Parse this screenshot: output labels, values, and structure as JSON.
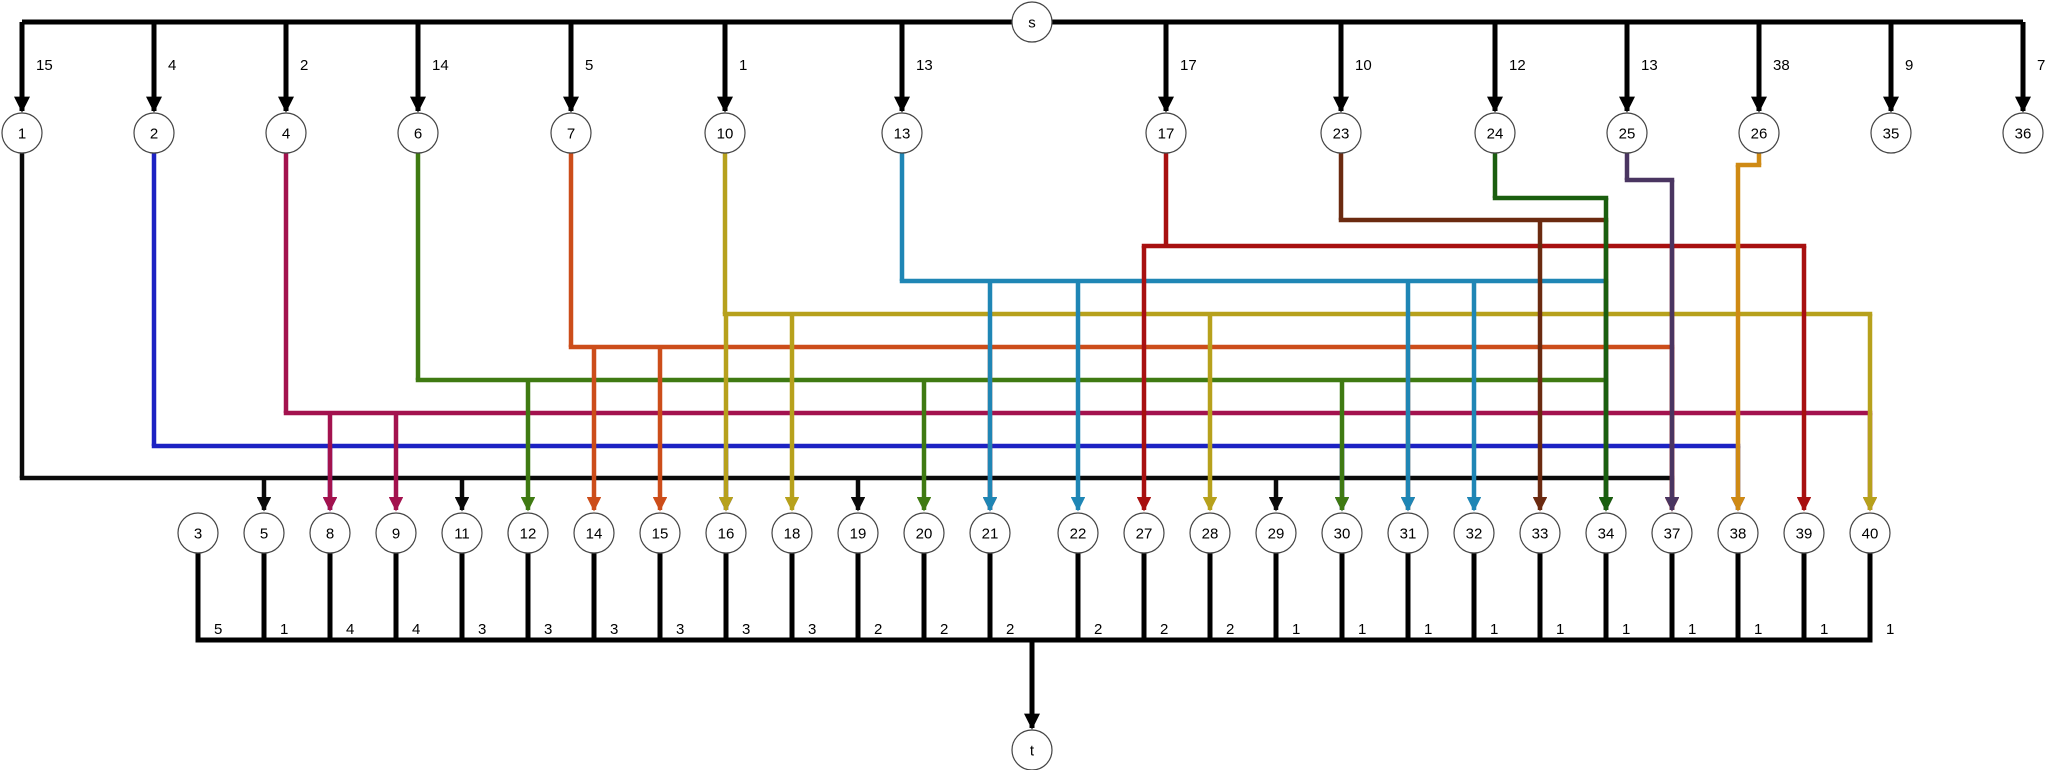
{
  "colors": {
    "black": "#000000",
    "c1": "#0a0a0a",
    "c2": "#1c22c3",
    "c4": "#a3124e",
    "c6": "#3f7a12",
    "c7": "#cc4d1a",
    "c10": "#b7a11c",
    "c13": "#1f86b5",
    "c17": "#a81010",
    "c23": "#6b2a10",
    "c24": "#1a5e0f",
    "c25": "#4a3561",
    "c26": "#cf8a14"
  },
  "source": {
    "label": "s"
  },
  "sink": {
    "label": "t"
  },
  "top_nodes": [
    {
      "label": "1",
      "cap": "15"
    },
    {
      "label": "2",
      "cap": "4"
    },
    {
      "label": "4",
      "cap": "2"
    },
    {
      "label": "6",
      "cap": "14"
    },
    {
      "label": "7",
      "cap": "5"
    },
    {
      "label": "10",
      "cap": "1"
    },
    {
      "label": "13",
      "cap": "13"
    },
    {
      "label": "17",
      "cap": "17"
    },
    {
      "label": "23",
      "cap": "10"
    },
    {
      "label": "24",
      "cap": "12"
    },
    {
      "label": "25",
      "cap": "13"
    },
    {
      "label": "26",
      "cap": "38"
    },
    {
      "label": "35",
      "cap": "9"
    },
    {
      "label": "36",
      "cap": "7"
    }
  ],
  "bottom_nodes": [
    {
      "label": "3",
      "cap": "5"
    },
    {
      "label": "5",
      "cap": "1"
    },
    {
      "label": "8",
      "cap": "4"
    },
    {
      "label": "9",
      "cap": "4"
    },
    {
      "label": "11",
      "cap": "3"
    },
    {
      "label": "12",
      "cap": "3"
    },
    {
      "label": "14",
      "cap": "3"
    },
    {
      "label": "15",
      "cap": "3"
    },
    {
      "label": "16",
      "cap": "3"
    },
    {
      "label": "18",
      "cap": "3"
    },
    {
      "label": "19",
      "cap": "2"
    },
    {
      "label": "20",
      "cap": "2"
    },
    {
      "label": "21",
      "cap": "2"
    },
    {
      "label": "22",
      "cap": "2"
    },
    {
      "label": "27",
      "cap": "2"
    },
    {
      "label": "28",
      "cap": "2"
    },
    {
      "label": "29",
      "cap": "1"
    },
    {
      "label": "30",
      "cap": "1"
    },
    {
      "label": "31",
      "cap": "1"
    },
    {
      "label": "32",
      "cap": "1"
    },
    {
      "label": "33",
      "cap": "1"
    },
    {
      "label": "34",
      "cap": "1"
    },
    {
      "label": "37",
      "cap": "1"
    },
    {
      "label": "38",
      "cap": "1"
    },
    {
      "label": "39",
      "cap": "1"
    },
    {
      "label": "40",
      "cap": "1"
    }
  ],
  "flows": [
    {
      "from": "1",
      "color": "c1",
      "targets": [
        "5",
        "11",
        "19",
        "29",
        "37"
      ]
    },
    {
      "from": "2",
      "color": "c2",
      "targets": [
        "8",
        "16",
        "21",
        "30",
        "38"
      ]
    },
    {
      "from": "4",
      "color": "c4",
      "targets": [
        "8",
        "9",
        "40"
      ]
    },
    {
      "from": "6",
      "color": "c6",
      "targets": [
        "12",
        "20",
        "30",
        "34"
      ]
    },
    {
      "from": "7",
      "color": "c7",
      "targets": [
        "14",
        "15",
        "21",
        "31",
        "37"
      ]
    },
    {
      "from": "10",
      "color": "c10",
      "targets": [
        "16",
        "18",
        "28",
        "40"
      ]
    },
    {
      "from": "13",
      "color": "c13",
      "targets": [
        "21",
        "22",
        "31",
        "32",
        "34"
      ]
    },
    {
      "from": "17",
      "color": "c17",
      "targets": [
        "27",
        "37",
        "39"
      ]
    },
    {
      "from": "23",
      "color": "c23",
      "targets": [
        "33",
        "34"
      ]
    },
    {
      "from": "24",
      "color": "c24",
      "targets": [
        "34"
      ]
    },
    {
      "from": "25",
      "color": "c25",
      "targets": [
        "37"
      ]
    },
    {
      "from": "26",
      "color": "c26",
      "targets": [
        "38"
      ]
    }
  ]
}
